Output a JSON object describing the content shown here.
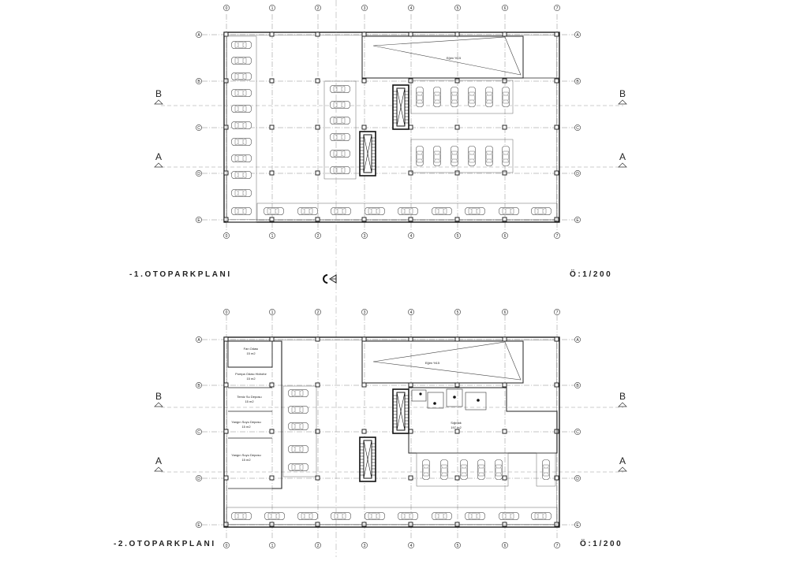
{
  "plans": [
    {
      "id": "plan1",
      "title": "-1.OTOPARKPLANI",
      "scale": "Ö:1/200",
      "grid_cols": [
        "0",
        "1",
        "2",
        "3",
        "4",
        "5",
        "6",
        "7"
      ],
      "grid_rows": [
        "A",
        "B",
        "C",
        "D",
        "E"
      ],
      "section_marks": [
        "B",
        "A"
      ],
      "ramp_label": "Eğim %15",
      "rooms": []
    },
    {
      "id": "plan2",
      "title": "-2.OTOPARKPLANI",
      "scale": "Ö:1/200",
      "grid_cols": [
        "0",
        "1",
        "2",
        "3",
        "4",
        "5",
        "6",
        "7"
      ],
      "grid_rows": [
        "A",
        "B",
        "C",
        "D",
        "E"
      ],
      "section_marks": [
        "B",
        "A"
      ],
      "ramp_label": "Eğim %15",
      "rooms": [
        {
          "name": "Fan Odası",
          "area": "15 m2"
        },
        {
          "name": "Pompa Odası Hidrofor",
          "area": "15 m2"
        },
        {
          "name": "Temiz Su Deposu",
          "area": "15 m2"
        },
        {
          "name": "Yangın Suyu Deposu",
          "area": "15 m2"
        },
        {
          "name": "Yangın Suyu Deposu",
          "area": "15 m2"
        },
        {
          "name": "Sığınak",
          "area": "197 m2"
        }
      ]
    }
  ]
}
